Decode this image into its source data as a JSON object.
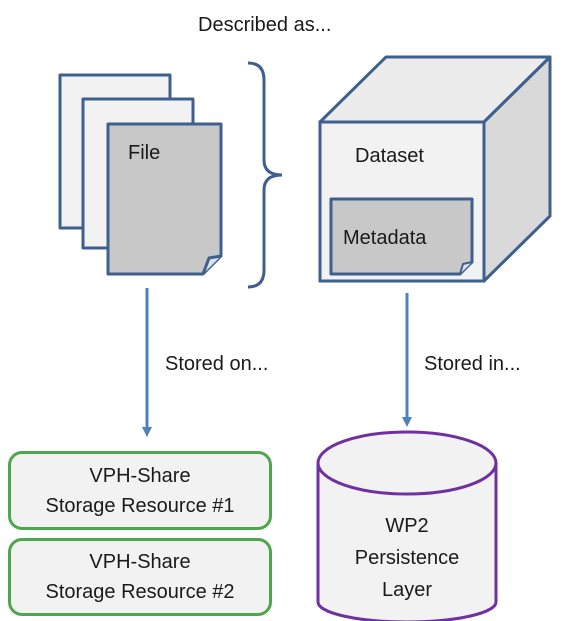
{
  "header": {
    "described_label": "Described as..."
  },
  "files": {
    "label": "File"
  },
  "dataset": {
    "label": "Dataset",
    "metadata_label": "Metadata"
  },
  "links": {
    "stored_on": "Stored on...",
    "stored_in": "Stored in..."
  },
  "storage_resources": [
    {
      "line1": "VPH-Share",
      "line2": "Storage Resource #1"
    },
    {
      "line1": "VPH-Share",
      "line2": "Storage Resource #2"
    }
  ],
  "persistence": {
    "line1": "WP2",
    "line2": "Persistence",
    "line3": "Layer"
  },
  "colors": {
    "doc_stroke": "#3f5f8f",
    "doc_fill": "#f2f2f2",
    "doc_front_fill": "#c8c8c8",
    "arrow": "#4f81bd",
    "storage_border": "#4ea64e",
    "cylinder_border": "#7030a0"
  }
}
